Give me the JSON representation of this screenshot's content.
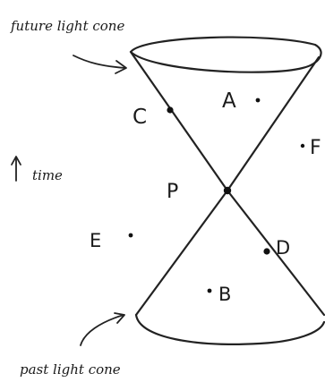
{
  "annotations": {
    "future_cone_label": "future light cone",
    "past_cone_label": "past light cone",
    "time_axis_label": "time"
  },
  "points": {
    "A": "A",
    "B": "B",
    "C": "C",
    "D": "D",
    "E": "E",
    "F": "F",
    "P": "P"
  },
  "colors": {
    "ink": "#222222",
    "paper": "#ffffff"
  }
}
